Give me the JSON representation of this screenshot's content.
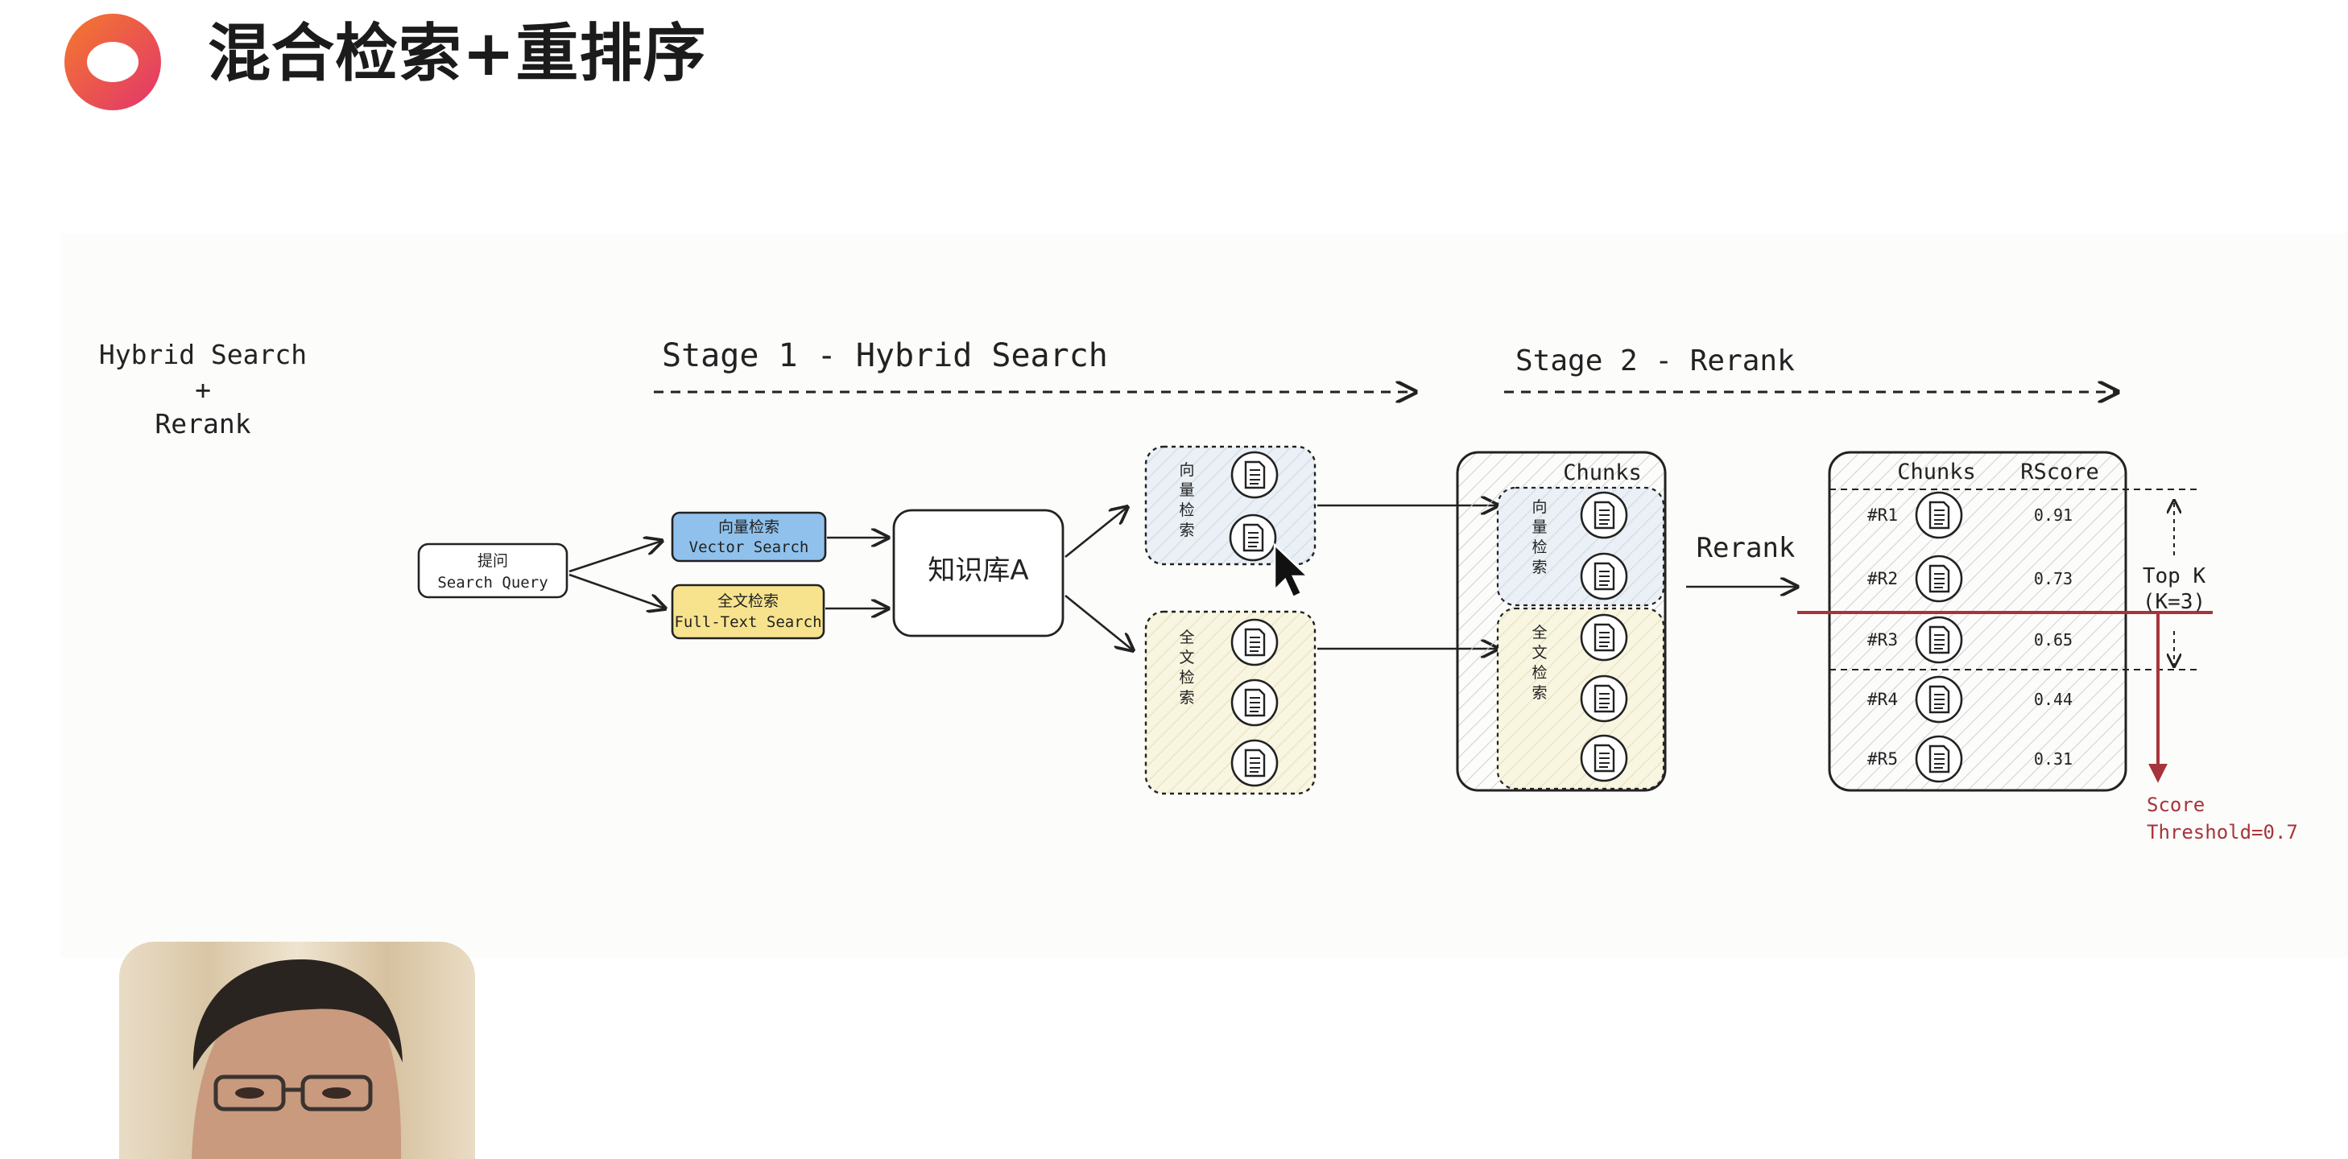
{
  "header": {
    "title": "混合检索+重排序"
  },
  "diagram": {
    "side_title": [
      "Hybrid Search",
      "+",
      "Rerank"
    ],
    "stage1_label": "Stage 1 - Hybrid Search",
    "stage2_label": "Stage 2 - Rerank",
    "query": {
      "cn": "提问",
      "en": "Search Query"
    },
    "vector_search": {
      "cn": "向量检索",
      "en": "Vector Search"
    },
    "fulltext_search": {
      "cn": "全文检索",
      "en": "Full-Text Search"
    },
    "knowledge_base": "知识库A",
    "vector_group": [
      "向",
      "量",
      "检",
      "索"
    ],
    "fulltext_group": [
      "全",
      "文",
      "检",
      "索"
    ],
    "chunks_label": "Chunks",
    "rerank_label": "Rerank",
    "result_headers": {
      "chunks": "Chunks",
      "score": "RScore"
    },
    "results": [
      {
        "rank": "#R1",
        "score": "0.91"
      },
      {
        "rank": "#R2",
        "score": "0.73"
      },
      {
        "rank": "#R3",
        "score": "0.65"
      },
      {
        "rank": "#R4",
        "score": "0.44"
      },
      {
        "rank": "#R5",
        "score": "0.31"
      }
    ],
    "topk": {
      "line1": "Top K",
      "line2": "(K=3)"
    },
    "threshold": {
      "line1": "Score",
      "line2": "Threshold=0.7"
    }
  },
  "colors": {
    "accent": "#a8343b",
    "vector_fill": "#8fc1ec",
    "fulltext_fill": "#f7e38d",
    "vector_group_fill": "#e6eef5",
    "fulltext_group_fill": "#f7f3dc",
    "logo_start": "#f26a2e",
    "logo_end": "#e33b6b"
  }
}
